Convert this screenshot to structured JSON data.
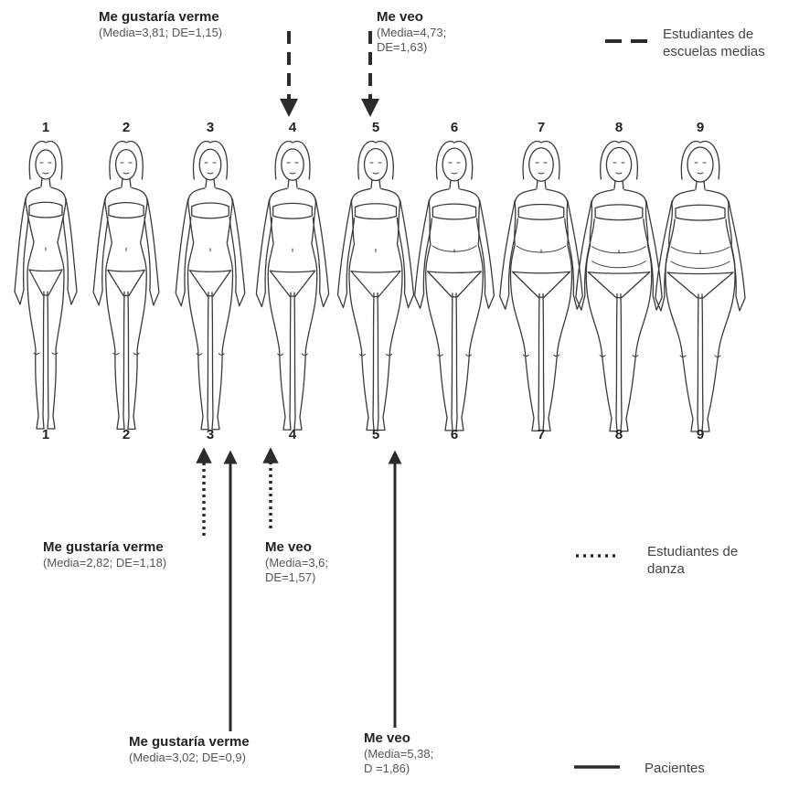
{
  "figure_numbers_top": [
    "1",
    "2",
    "3",
    "4",
    "5",
    "6",
    "7",
    "8",
    "9"
  ],
  "figure_numbers_bottom": [
    "1",
    "2",
    "3",
    "4",
    "5",
    "6",
    "7",
    "8",
    "9"
  ],
  "figure_fill_levels": [
    1,
    2,
    3,
    4,
    5,
    6,
    7,
    8,
    9
  ],
  "groups": [
    {
      "id": "escuelas",
      "legend": "Estudiantes de escuelas medias",
      "line_style": "dashed",
      "like": {
        "title": "Me gustaría verme",
        "stat": "(Media=3,81; DE=1,15)",
        "value": 3.81
      },
      "see": {
        "title": "Me veo",
        "stat_1": "(Media=4,73;",
        "stat_2": "DE=1,63)",
        "value": 4.73
      }
    },
    {
      "id": "danza",
      "legend": "Estudiantes de danza",
      "line_style": "dotted",
      "like": {
        "title": "Me gustaría verme",
        "stat": "(Media=2,82; DE=1,18)",
        "value": 2.82
      },
      "see": {
        "title": "Me veo",
        "stat_1": "(Media=3,6;",
        "stat_2": "DE=1,57)",
        "value": 3.6
      }
    },
    {
      "id": "pacientes",
      "legend": "Pacientes",
      "line_style": "solid",
      "like": {
        "title": "Me gustaría verme",
        "stat": "(Media=3,02; DE=0,9)",
        "value": 3.02
      },
      "see": {
        "title": "Me veo",
        "stat_1": "(Media=5,38;",
        "stat_2": "D =1,86)",
        "value": 5.38
      }
    }
  ],
  "colors": {
    "line": "#2b2b2b",
    "figure_stroke": "#3a3a3a",
    "text": "#333333"
  }
}
